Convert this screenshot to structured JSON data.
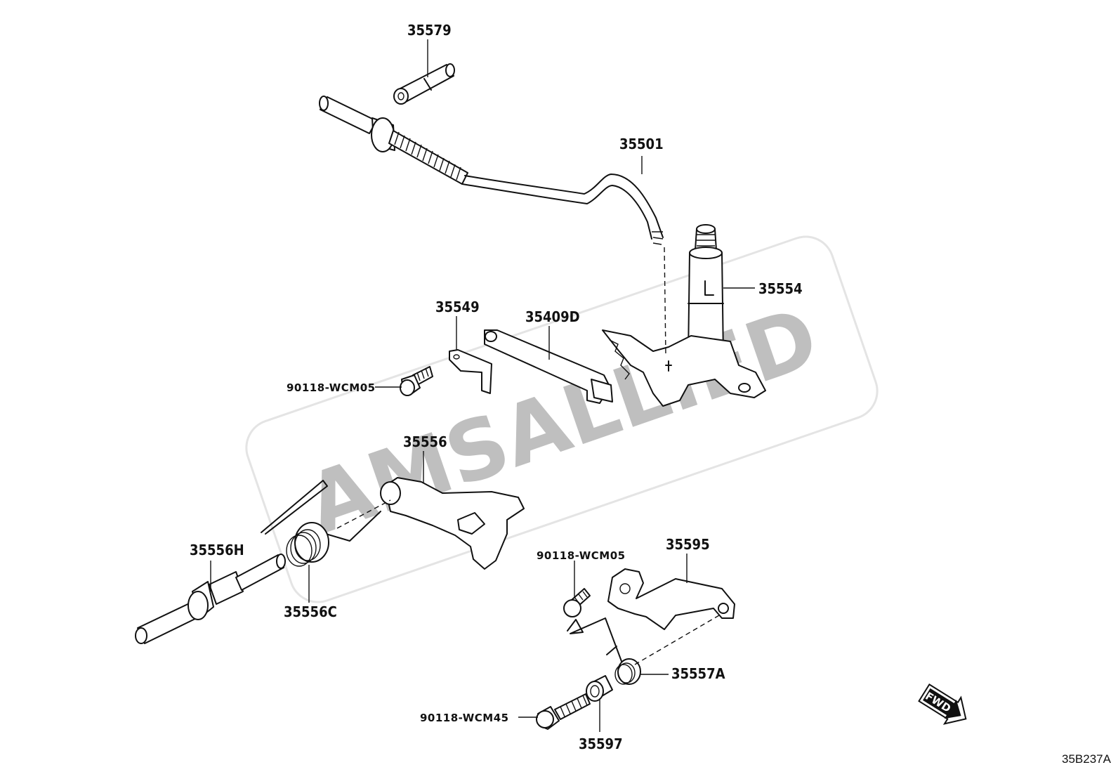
{
  "watermark": {
    "text": "AMSALLIED"
  },
  "direction_marker": {
    "text": "FWD"
  },
  "diagram_code": "35B237A",
  "parts": [
    {
      "id": "p35579",
      "label": "35579"
    },
    {
      "id": "p35501",
      "label": "35501"
    },
    {
      "id": "p35554",
      "label": "35554"
    },
    {
      "id": "p35549",
      "label": "35549"
    },
    {
      "id": "p35409D",
      "label": "35409D"
    },
    {
      "id": "p90118a",
      "label": "90118-WCM05"
    },
    {
      "id": "p35556",
      "label": "35556"
    },
    {
      "id": "p35556H",
      "label": "35556H"
    },
    {
      "id": "p35556C",
      "label": "35556C"
    },
    {
      "id": "p90118b",
      "label": "90118-WCM05"
    },
    {
      "id": "p35595",
      "label": "35595"
    },
    {
      "id": "p35557A",
      "label": "35557A"
    },
    {
      "id": "p90118c",
      "label": "90118-WCM45"
    },
    {
      "id": "p35597",
      "label": "35597"
    }
  ]
}
